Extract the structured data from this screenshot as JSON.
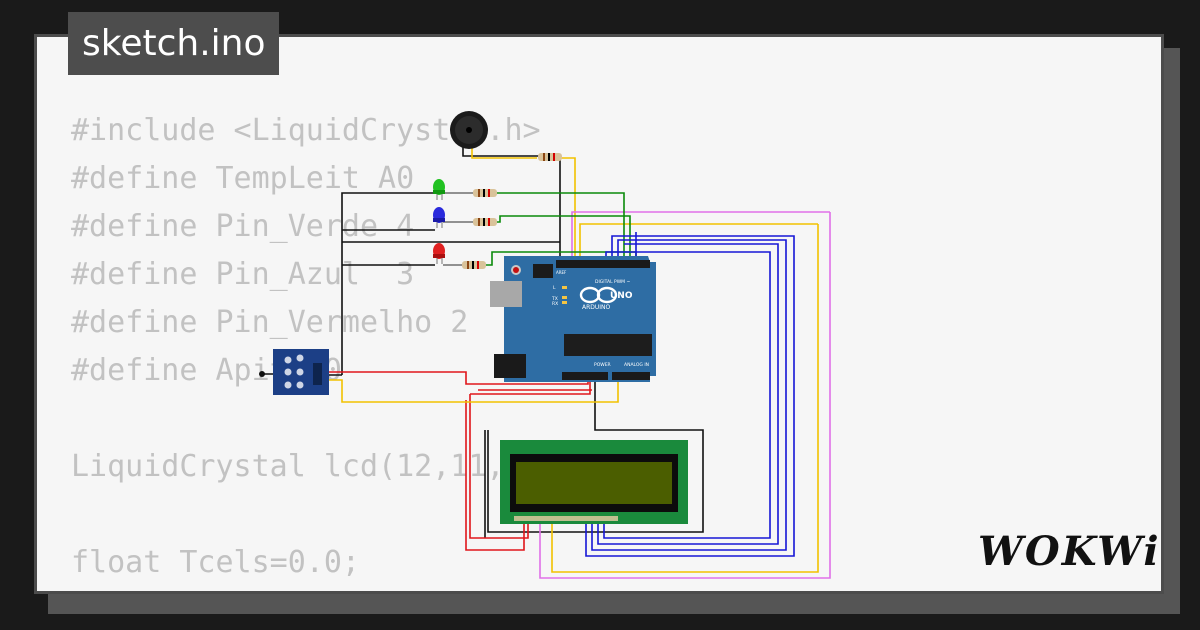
{
  "tab": {
    "title": "sketch.ino"
  },
  "code": {
    "lines": [
      "#include <LiquidCrystal.h>",
      "#define TempLeit A0",
      "#define Pin_Verde 4",
      "#define Pin_Azul  3",
      "#define Pin_Vermelho 2",
      "#define Apit 10",
      "",
      "LiquidCrystal lcd(12,11,7,6,5,8);",
      "",
      "float Tcels=0.0;"
    ]
  },
  "board": {
    "brand": "UNO",
    "maker": "ARDUINO",
    "header_digital": "DIGITAL PWM ~",
    "header_power": "POWER",
    "header_analog": "ANALOG IN",
    "aref": "AREF",
    "tx": "TX",
    "rx": "RX",
    "led_l": "L"
  },
  "logo": {
    "text": "WOKWi"
  },
  "colors": {
    "board": "#2e6da4",
    "lcd_pcb": "#1a8a3c",
    "lcd_screen": "#4b5e00",
    "wire_red": "#e0161b",
    "wire_black": "#111111",
    "wire_yellow": "#f2c200",
    "wire_green": "#0a8a0a",
    "wire_blue": "#1616d6",
    "wire_pink": "#e070e8"
  }
}
